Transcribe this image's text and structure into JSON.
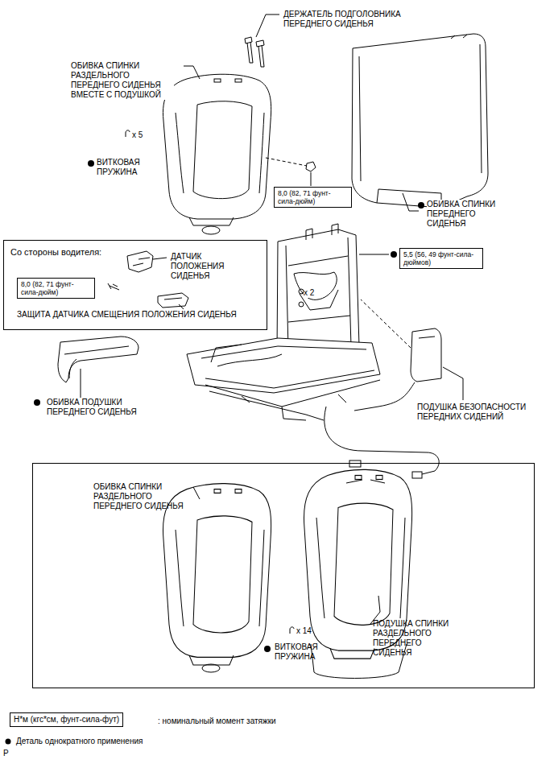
{
  "diagram": {
    "nodes": [
      {
        "text": [
          "8,0 (82, 71 фунт-сила-дюйм)"
        ]
      },
      {
        "text": [
          "Со стороны водителя:",
          "ДАТЧИК ПОЛОЖЕНИЯ СИДЕНЬЯ",
          "ЗАЩИТА ДАТЧИКА СМЕЩЕНИЯ ПОЛОЖЕНИЯ СИДЕНЬЯ"
        ]
      },
      {
        "text": [
          "8,0 (82, 71 фунт-сила-дюйм)"
        ],
        "in": 1
      },
      {
        "text": [
          "5,5 (56, 49 фунт-сила-дюймов)"
        ]
      },
      {
        "text": [
          "ОБИВКА СПИНКИ РАЗДЕЛЬНОГО ПЕРЕДНЕГО СИДЕНЬЯ",
          "x 14",
          "ВИТКОВАЯ ПРУЖИНА",
          "ПОДУШКА СПИНКИ РАЗДЕЛЬНОГО ПЕРЕДНЕГО СИДЕНЬЯ"
        ]
      },
      {
        "text": [
          "Н*м (кгс*см, фунт-сила-фут)"
        ]
      }
    ],
    "labels": [
      "ДЕРЖАТЕЛЬ ПОДГОЛОВНИКА ПЕРЕДНЕГО СИДЕНЬЯ",
      "ОБИВКА СПИНКИ РАЗДЕЛЬНОГО ПЕРЕДНЕГО СИДЕНЬЯ ВМЕСТЕ С ПОДУШКОЙ",
      "x 5",
      "ВИТКОВАЯ ПРУЖИНА",
      "ОБИВКА СПИНКИ ПЕРЕДНЕГО СИДЕНЬЯ",
      "x 2",
      "ОБИВКА ПОДУШКИ ПЕРЕДНЕГО СИДЕНЬЯ",
      "ПОДУШКА БЕЗОПАСНОСТИ ПЕРЕДНИХ СИДЕНИЙ",
      "P"
    ],
    "legend": [
      {
        "text": ": номинальный момент затяжки"
      },
      {
        "text": "Деталь однократного применения"
      }
    ]
  }
}
